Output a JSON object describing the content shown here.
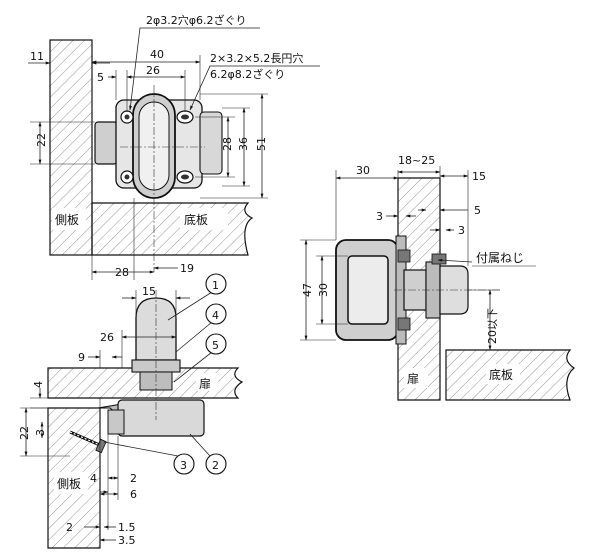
{
  "top_view": {
    "hole_spec": "2φ3.2穴φ6.2ざぐり",
    "slot_spec_1": "2×3.2×5.2長円穴",
    "slot_spec_2": "6.2φ8.2ざぐり",
    "dims": {
      "d11": "11",
      "d40": "40",
      "d5": "5",
      "d26": "26",
      "d22": "22",
      "d28v": "28",
      "d36": "36",
      "d51": "51",
      "d28h": "28",
      "d19": "19"
    },
    "labels": {
      "side_panel": "側板",
      "bottom_panel": "底板"
    }
  },
  "front_view": {
    "dims": {
      "d15": "15",
      "d26": "26",
      "d9": "9",
      "d4": "4",
      "d22": "22",
      "d3": "3",
      "d2a": "2",
      "d4b": "4",
      "d6": "6",
      "d2b": "2",
      "d1_5": "1.5",
      "d3_5": "3.5"
    },
    "labels": {
      "door": "扉",
      "side_panel": "側板"
    },
    "callouts": [
      "1",
      "4",
      "5",
      "3",
      "2"
    ]
  },
  "side_view": {
    "dims": {
      "d30h": "30",
      "d18_25": "18~25",
      "d15": "15",
      "d3a": "3",
      "d5": "5",
      "d3b": "3",
      "d47": "47",
      "d30v": "30",
      "d20max": "20以下"
    },
    "labels": {
      "screw": "付属ねじ",
      "door": "扉",
      "bottom_panel": "底板"
    }
  }
}
